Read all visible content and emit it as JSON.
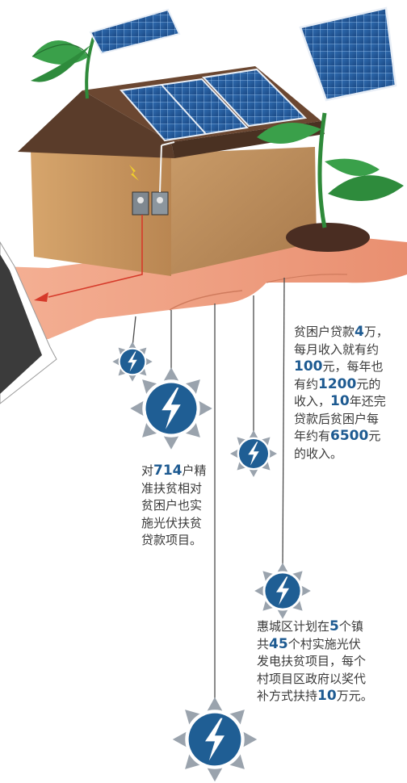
{
  "captions": {
    "loan": {
      "lines": [
        {
          "pre": "贫困户贷款",
          "num": "4",
          "post": "万，"
        },
        {
          "pre": "每月收入就有约",
          "num": "",
          "post": ""
        },
        {
          "pre": "",
          "num": "100",
          "post": "元，每年也"
        },
        {
          "pre": "有约",
          "num": "1200",
          "post": "元的"
        },
        {
          "pre": "收入，",
          "num": "10",
          "post": "年还完"
        },
        {
          "pre": "贷款后贫困户每",
          "num": "",
          "post": ""
        },
        {
          "pre": "年约有",
          "num": "6500",
          "post": "元"
        },
        {
          "pre": "的收入。",
          "num": "",
          "post": ""
        }
      ]
    },
    "households": {
      "lines": [
        {
          "pre": "对",
          "num": "714",
          "post": "户精"
        },
        {
          "pre": "准扶贫相对",
          "num": "",
          "post": ""
        },
        {
          "pre": "贫困户也实",
          "num": "",
          "post": ""
        },
        {
          "pre": "施光伏扶贫",
          "num": "",
          "post": ""
        },
        {
          "pre": "贷款项目。",
          "num": "",
          "post": ""
        }
      ]
    },
    "plan": {
      "lines": [
        {
          "pre": "惠城区计划在",
          "num": "5",
          "post": "个镇"
        },
        {
          "pre": "共",
          "num": "45",
          "post": "个村实施光伏"
        },
        {
          "pre": "发电扶贫项目，每个",
          "num": "",
          "post": ""
        },
        {
          "pre": "村项目区政府以奖代",
          "num": "",
          "post": ""
        },
        {
          "pre": "补方式扶持",
          "num": "10",
          "post": "万元。"
        }
      ]
    }
  },
  "icons": [
    "lightning-medallion-icon",
    "solar-panel-icon",
    "sprout-icon",
    "house-icon",
    "hand-icon"
  ],
  "colors": {
    "medallion_blue": "#1f5e94",
    "number_blue": "#1d5a91",
    "house_wall": "#c9955f",
    "roof": "#5c3d2a",
    "leaf_green": "#2e8b3c",
    "hand_skin": "#f0a283",
    "sleeve": "#3a3a3a"
  }
}
